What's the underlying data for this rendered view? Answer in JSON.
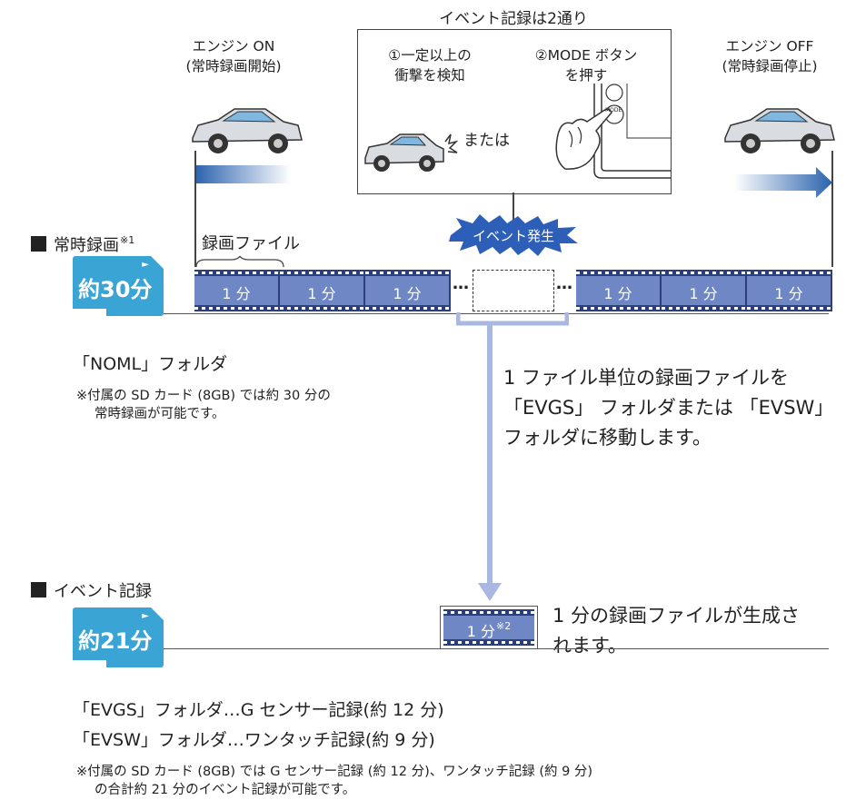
{
  "event": {
    "title": "イベント記録は2通り",
    "cond1_line1": "①一定以上の",
    "cond1_line2": "衝撃を検知",
    "cond2_line1": "②MODE ボタン",
    "cond2_line2": "を押す",
    "or": "または",
    "mode": "MODE",
    "burst": "イベント発生"
  },
  "engine_on": {
    "line1": "エンジン ON",
    "line2": "(常時録画開始)"
  },
  "engine_off": {
    "line1": "エンジン OFF",
    "line2": "(常時録画停止)"
  },
  "continuous": {
    "heading": "常時録画",
    "footnote_mark": "※1",
    "file_label": "録画ファイル",
    "sd_label": "約30分",
    "segment_label": "1 分",
    "ellipsis": "…",
    "folder": "「NOML」フォルダ",
    "note_line1": "※付属の SD カード (8GB) では約 30 分の",
    "note_line2": "常時録画が可能です。"
  },
  "move_text": {
    "line1": "1 ファイル単位の録画ファイルを",
    "line2": "「EVGS」 フォルダまたは 「EVSW」",
    "line3": "フォルダに移動します。"
  },
  "event_rec": {
    "heading": "イベント記録",
    "sd_label": "約21分",
    "file_label": "1 分",
    "footnote_mark": "※2",
    "gen_line1": "1 分の録画ファイルが生成さ",
    "gen_line2": "れます。",
    "folder1": "「EVGS」フォルダ…G センサー記録(約 12 分)",
    "folder2": "「EVSW」フォルダ…ワンタッチ記録(約 9 分)",
    "note_line1": "※付属の SD カード (8GB) では G センサー記録 (約 12 分)、ワンタッチ記録 (約 9 分)",
    "note_line2": "の合計約 21 分のイベント記録が可能です。"
  },
  "colors": {
    "film": "#6f87c4",
    "film_dark": "#2c3f7d",
    "sd_card": "#3aa4d4",
    "burst": "#2e5fb8",
    "arrow": "#a8b8e0",
    "motion": "#2a63ad"
  },
  "icons": [
    "car-icon",
    "car-crash-icon",
    "hand-pressing-button-icon",
    "sd-card-icon",
    "arrow-down-icon",
    "motion-arrow-icon"
  ]
}
